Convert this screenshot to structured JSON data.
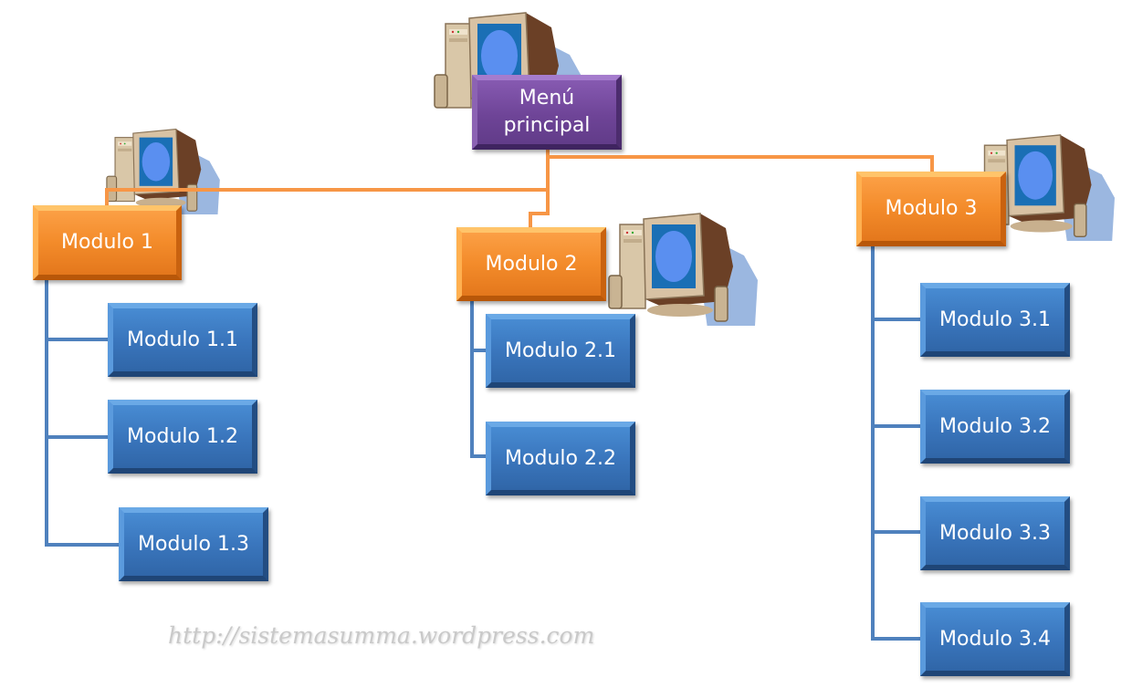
{
  "diagram": {
    "root": {
      "label": "Menú principal",
      "line1": "Menú",
      "line2": "principal",
      "color": "#6e4497"
    },
    "modules": [
      {
        "label": "Modulo 1",
        "color": "#f38b2a",
        "children": [
          "Modulo 1.1",
          "Modulo 1.2",
          "Modulo 1.3"
        ]
      },
      {
        "label": "Modulo 2",
        "color": "#f38b2a",
        "children": [
          "Modulo 2.1",
          "Modulo 2.2"
        ]
      },
      {
        "label": "Modulo 3",
        "color": "#f38b2a",
        "children": [
          "Modulo 3.1",
          "Modulo 3.2",
          "Modulo 3.3",
          "Modulo 3.4"
        ]
      }
    ],
    "child_color": "#3a76bd",
    "connector_colors": {
      "top_level": "#f79646",
      "sub_level": "#4f81bd"
    },
    "icons": [
      "computer-icon",
      "computer-icon",
      "computer-icon",
      "computer-icon"
    ]
  },
  "watermark": "http://sistemasumma.wordpress.com"
}
